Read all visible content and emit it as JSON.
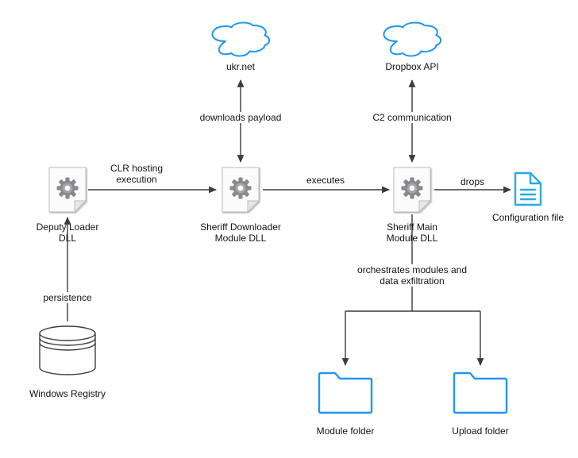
{
  "diagram": {
    "nodes": {
      "ukr_net": "ukr.net",
      "dropbox_api": "Dropbox API",
      "deputy_loader": "Deputy Loader DLL",
      "sheriff_downloader": "Sheriff Downloader Module DLL",
      "sheriff_main": "Sheriff Main Module DLL",
      "configuration_file": "Configuration file",
      "windows_registry": "Windows Registry",
      "module_folder": "Module folder",
      "upload_folder": "Upload folder"
    },
    "edges": {
      "clr_hosting": "CLR hosting execution",
      "downloads_payload": "downloads payload",
      "c2_communication": "C2 communication",
      "executes": "executes",
      "drops": "drops",
      "persistence": "persistence",
      "orchestrates": "orchestrates modules and data exfiltration"
    },
    "icons": {
      "cloud": "cloud-outline",
      "dll_module": "document-with-gear",
      "configuration_file": "document-with-text-lines",
      "windows_registry": "database-cylinder",
      "folder": "folder-outline"
    },
    "colors": {
      "cloud_blue": "#2196f3",
      "file_blue": "#29abe2",
      "folder_blue": "#2196f3",
      "arrow": "#3c3c3c",
      "gear_gray": "#87898b"
    }
  }
}
